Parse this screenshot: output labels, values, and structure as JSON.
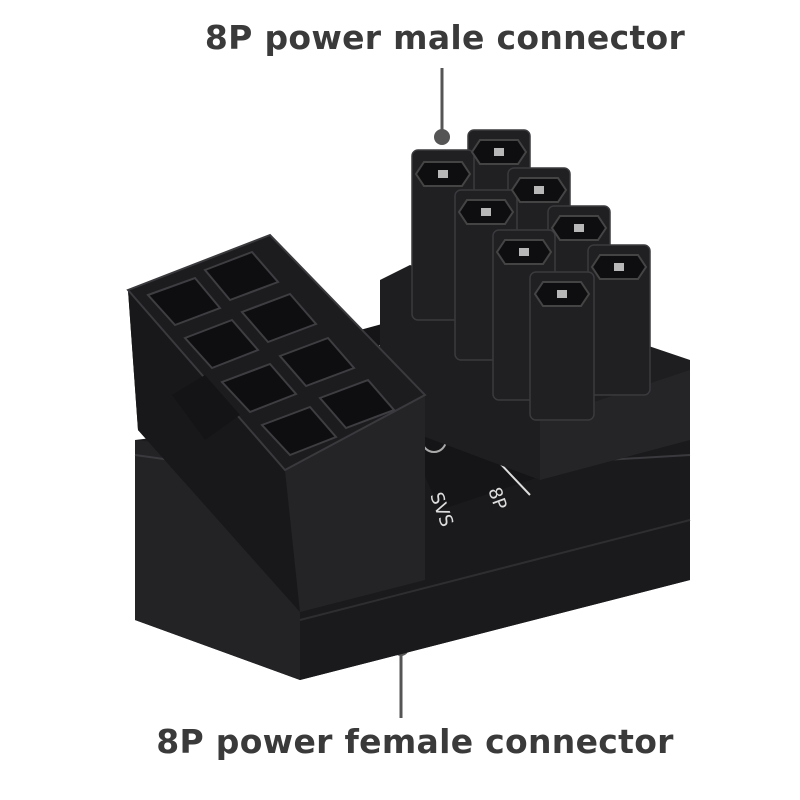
{
  "labels": {
    "male": "8P power male connector",
    "female": "8P power female connector"
  },
  "pcb": {
    "port_text": "8P",
    "side_text": "SVS"
  },
  "colors": {
    "plastic": "#1c1c1e",
    "plastic_light": "#2c2c2f",
    "plastic_edge": "#3a3a3e",
    "pin_hole": "#0e0e10",
    "pin_metal": "#b8b8b8",
    "pcb_line": "#dddddd",
    "pointer": "#555555",
    "label_text": "#3a3a3a"
  }
}
